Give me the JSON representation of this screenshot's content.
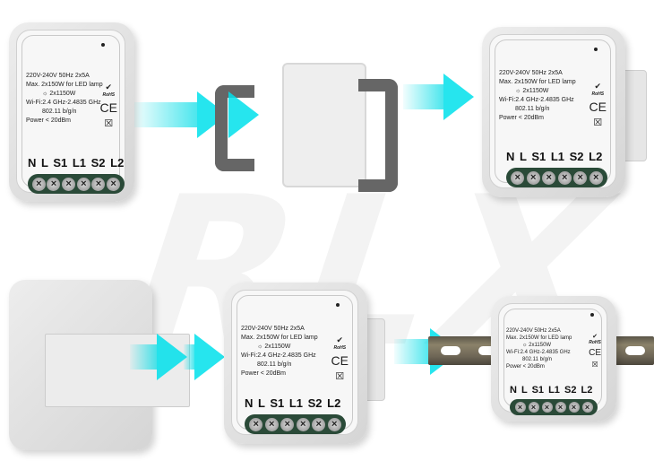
{
  "watermark": "RLX",
  "label": {
    "line1": "220V-240V  50Hz  2x5A",
    "line2": "Max. 2x150W for LED lamp",
    "line3": "☼ 2x1150W",
    "line4": "Wi-Fi:2.4 GHz-2.4835 GHz",
    "line5": "802.11 b/g/n",
    "line6": "Power < 20dBm",
    "rohs": "RoHS",
    "ce": "CE",
    "check": "✔",
    "bin": "☒",
    "pins": "N L S1 L1 S2 L2"
  },
  "steps": [
    {
      "id": 1,
      "desc": "Smart switch module front"
    },
    {
      "id": 2,
      "desc": "Grey clamp and DIN rail bracket"
    },
    {
      "id": 3,
      "desc": "Module with bracket attached"
    },
    {
      "id": 4,
      "desc": "Bracket rear view"
    },
    {
      "id": 5,
      "desc": "Module with clips"
    },
    {
      "id": 6,
      "desc": "Module mounted on DIN rail"
    }
  ],
  "colors": {
    "arrow": "#00E1EB",
    "terminal": "#2A4A38",
    "rail": "#7A7260"
  }
}
